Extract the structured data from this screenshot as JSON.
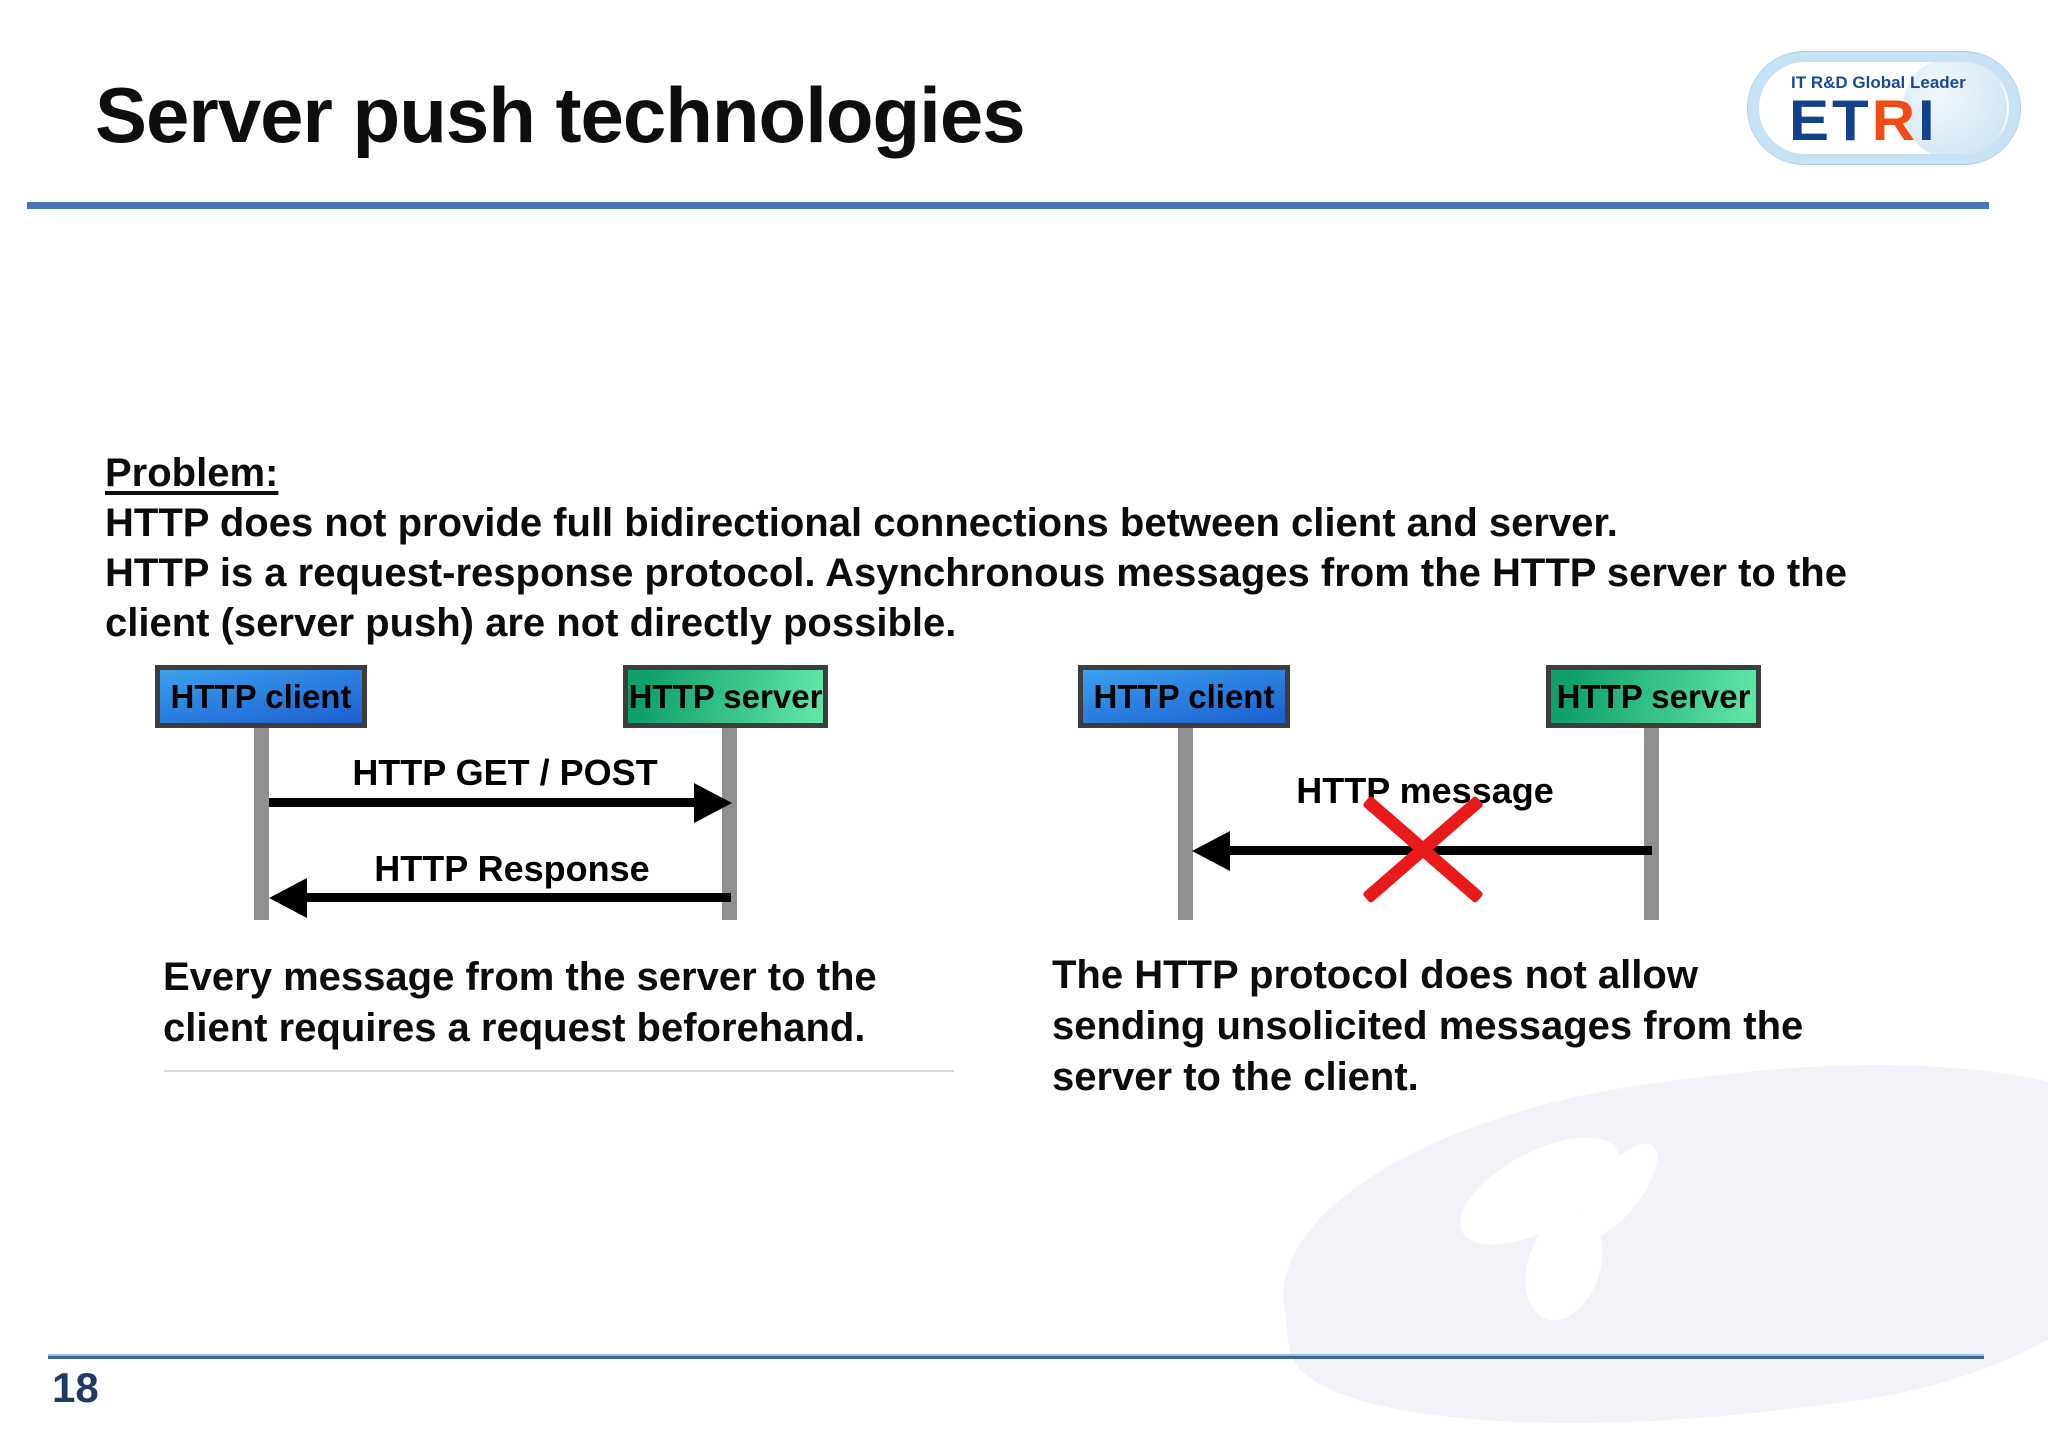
{
  "slide": {
    "title": "Server push technologies",
    "page_number": "18"
  },
  "logo": {
    "tagline": "IT R&D Global Leader",
    "letters": [
      {
        "char": "E",
        "color": "#14418c"
      },
      {
        "char": "T",
        "color": "#14418c"
      },
      {
        "char": "R",
        "color": "#f24b16"
      },
      {
        "char": "I",
        "color": "#14418c"
      }
    ]
  },
  "problem": {
    "heading": "Problem:",
    "lines": [
      "HTTP does not provide full bidirectional connections between client and server.",
      "HTTP is a request-response protocol. Asynchronous messages from the HTTP server to the",
      "client (server push) are not directly possible."
    ]
  },
  "diagrams": {
    "left": {
      "client_label": "HTTP client",
      "server_label": "HTTP server",
      "request_label": "HTTP GET / POST",
      "response_label": "HTTP Response",
      "caption_lines": [
        "Every message from the server to the",
        "client requires a request beforehand."
      ]
    },
    "right": {
      "client_label": "HTTP client",
      "server_label": "HTTP server",
      "message_label": "HTTP message",
      "caption_lines": [
        "The HTTP protocol does not allow",
        "sending unsolicited messages from the",
        "server to the client."
      ]
    }
  },
  "colors": {
    "accent_line": "#4c74ba",
    "client_box_top": "#3ba0ec",
    "client_box_bottom": "#1c5ecf",
    "server_box_dark": "#0ea06a",
    "server_box_light": "#5fe4a8",
    "lifeline_gray": "#8f8f8f",
    "arrow_black": "#000000",
    "cross_red": "#e81a1a",
    "page_number_navy": "#203a66",
    "logo_navy": "#14418c",
    "logo_orange": "#f24b16",
    "watermark_lavender": "#f3f2f9"
  }
}
